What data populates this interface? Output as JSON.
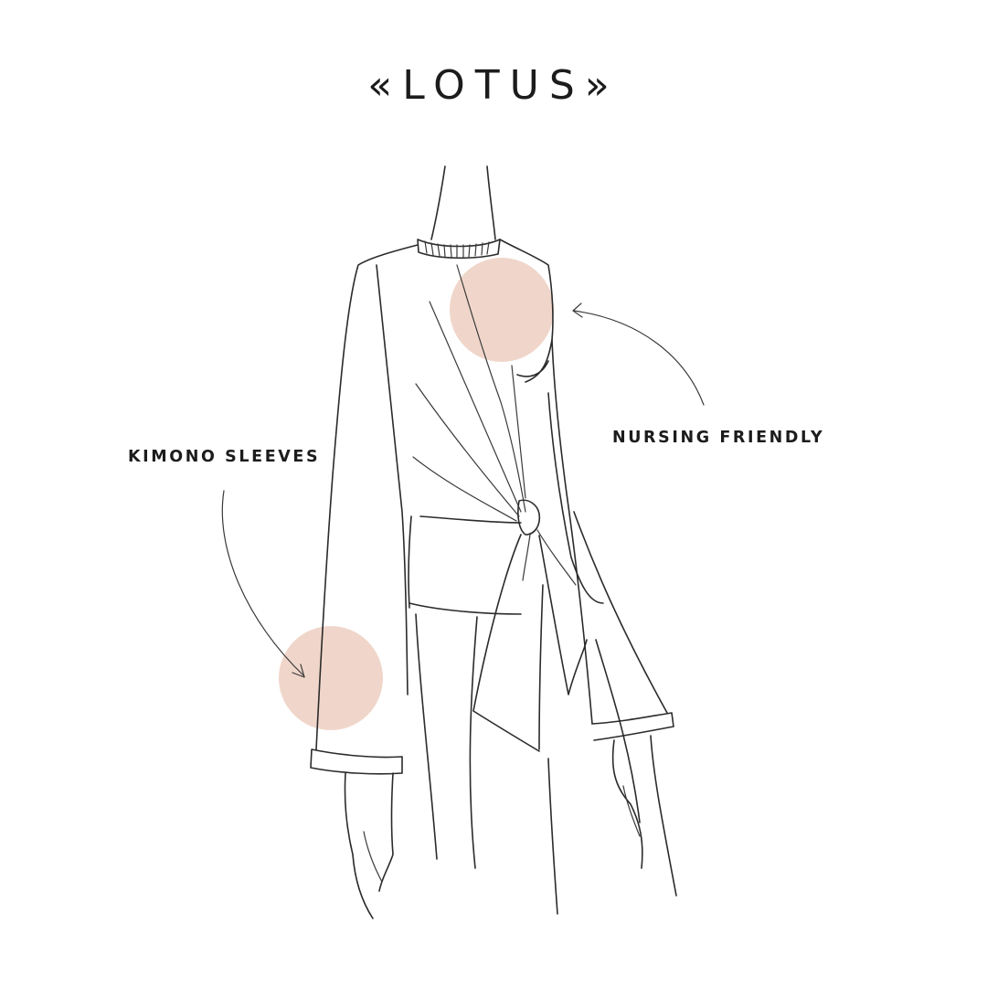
{
  "title": "«LOTUS»",
  "callouts": {
    "nursing": {
      "label": "NURSING FRIENDLY"
    },
    "kimono": {
      "label": "KIMONO SLEEVES"
    }
  },
  "colors": {
    "highlight": "#f0d6ca",
    "ink": "#1c1c1c",
    "background": "#ffffff"
  },
  "icons": [
    "nursing-arrow-icon",
    "kimono-arrow-icon"
  ]
}
